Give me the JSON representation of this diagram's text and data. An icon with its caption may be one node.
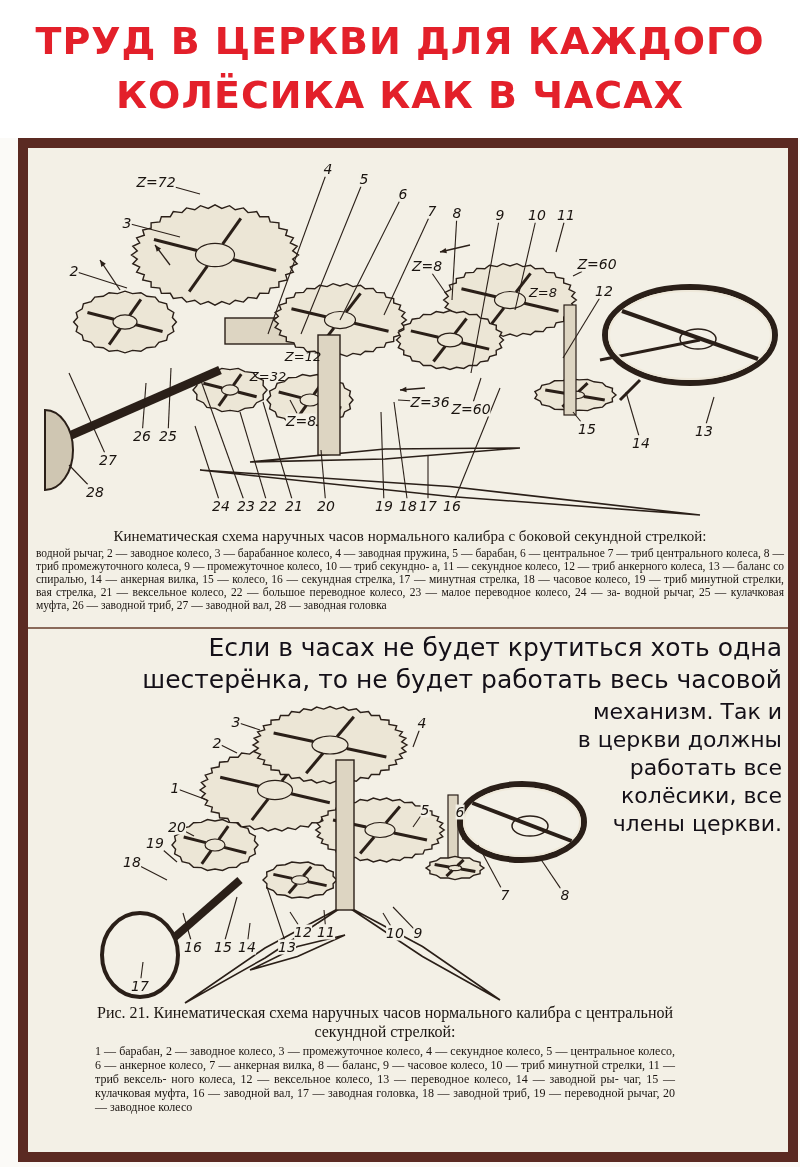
{
  "diagram": {
    "title": "ТРУД В ЦЕРКВИ ДЛЯ КАЖДОГО КОЛЁСИКА КАК В ЧАСАХ",
    "nodes": [
      {
        "text": [
          "Z=72"
        ]
      },
      {
        "text": [
          "4"
        ]
      },
      {
        "text": [
          "5"
        ]
      },
      {
        "text": [
          "6"
        ]
      },
      {
        "text": [
          "7"
        ]
      },
      {
        "text": [
          "8"
        ]
      },
      {
        "text": [
          "9"
        ]
      },
      {
        "text": [
          "10"
        ]
      },
      {
        "text": [
          "11"
        ]
      },
      {
        "text": [
          "3"
        ]
      },
      {
        "text": [
          "Z=60"
        ]
      },
      {
        "text": [
          "Z=8"
        ]
      },
      {
        "text": [
          "2"
        ]
      },
      {
        "text": [
          "12"
        ]
      },
      {
        "text": [
          "Z=36"
        ]
      },
      {
        "text": [
          "Z=60"
        ]
      },
      {
        "text": [
          "Z=8"
        ]
      },
      {
        "text": [
          "26"
        ]
      },
      {
        "text": [
          "25"
        ]
      },
      {
        "text": [
          "15"
        ]
      },
      {
        "text": [
          "13"
        ]
      },
      {
        "text": [
          "14"
        ]
      },
      {
        "text": [
          "27"
        ]
      },
      {
        "text": [
          "28"
        ]
      },
      {
        "text": [
          "24"
        ]
      },
      {
        "text": [
          "23"
        ]
      },
      {
        "text": [
          "22"
        ]
      },
      {
        "text": [
          "21"
        ]
      },
      {
        "text": [
          "20"
        ]
      },
      {
        "text": [
          "19"
        ]
      },
      {
        "text": [
          "18"
        ]
      },
      {
        "text": [
          "17"
        ]
      },
      {
        "text": [
          "16"
        ]
      },
      {
        "text": [
          "3"
        ]
      },
      {
        "text": [
          "4"
        ]
      },
      {
        "text": [
          "2"
        ]
      },
      {
        "text": [
          "1"
        ]
      },
      {
        "text": [
          "5"
        ]
      },
      {
        "text": [
          "6"
        ]
      },
      {
        "text": [
          "20"
        ]
      },
      {
        "text": [
          "19"
        ]
      },
      {
        "text": [
          "18"
        ]
      },
      {
        "text": [
          "7"
        ]
      },
      {
        "text": [
          "8"
        ]
      },
      {
        "text": [
          "12"
        ]
      },
      {
        "text": [
          "11"
        ]
      },
      {
        "text": [
          "10"
        ]
      },
      {
        "text": [
          "9"
        ]
      },
      {
        "text": [
          "16"
        ]
      },
      {
        "text": [
          "15"
        ]
      },
      {
        "text": [
          "14"
        ]
      },
      {
        "text": [
          "13"
        ]
      },
      {
        "text": [
          "17"
        ]
      }
    ],
    "edges": [
      {
        "from": 0,
        "to": null,
        "arrow": "none"
      },
      {
        "from": 1,
        "to": null,
        "arrow": "none"
      },
      {
        "from": 2,
        "to": null,
        "arrow": "none"
      },
      {
        "from": 3,
        "to": null,
        "arrow": "none"
      },
      {
        "from": 4,
        "to": null,
        "arrow": "none"
      },
      {
        "from": 5,
        "to": null,
        "arrow": "none"
      },
      {
        "from": 6,
        "to": null,
        "arrow": "none"
      },
      {
        "from": 7,
        "to": null,
        "arrow": "none"
      },
      {
        "from": 8,
        "to": null,
        "arrow": "none"
      },
      {
        "from": 9,
        "to": null,
        "arrow": "none"
      },
      {
        "from": 10,
        "to": null,
        "arrow": "none"
      },
      {
        "from": 11,
        "to": null,
        "arrow": "none"
      },
      {
        "from": 12,
        "to": null,
        "arrow": "none"
      },
      {
        "from": 13,
        "to": null,
        "arrow": "none"
      },
      {
        "from": 14,
        "to": null,
        "arrow": "none"
      },
      {
        "from": 15,
        "to": null,
        "arrow": "none"
      },
      {
        "from": 16,
        "to": null,
        "arrow": "none"
      },
      {
        "from": 17,
        "to": null,
        "arrow": "none"
      },
      {
        "from": 18,
        "to": null,
        "arrow": "none"
      },
      {
        "from": 19,
        "to": null,
        "arrow": "none"
      },
      {
        "from": 20,
        "to": null,
        "arrow": "none"
      },
      {
        "from": 21,
        "to": null,
        "arrow": "none"
      },
      {
        "from": 22,
        "to": null,
        "arrow": "none"
      },
      {
        "from": 23,
        "to": null,
        "arrow": "none"
      },
      {
        "from": 24,
        "to": null,
        "arrow": "none"
      },
      {
        "from": 25,
        "to": null,
        "arrow": "none"
      },
      {
        "from": 26,
        "to": null,
        "arrow": "none"
      },
      {
        "from": 27,
        "to": null,
        "arrow": "none"
      },
      {
        "from": 28,
        "to": null,
        "arrow": "none"
      },
      {
        "from": 29,
        "to": null,
        "arrow": "none"
      },
      {
        "from": 30,
        "to": null,
        "arrow": "none"
      },
      {
        "from": 31,
        "to": null,
        "arrow": "none"
      },
      {
        "from": 32,
        "to": null,
        "arrow": "none"
      },
      {
        "from": 33,
        "to": null,
        "arrow": "none"
      },
      {
        "from": 34,
        "to": null,
        "arrow": "none"
      },
      {
        "from": 35,
        "to": null,
        "arrow": "none"
      },
      {
        "from": 36,
        "to": null,
        "arrow": "none"
      },
      {
        "from": 37,
        "to": null,
        "arrow": "none"
      },
      {
        "from": 38,
        "to": null,
        "arrow": "none"
      },
      {
        "from": 39,
        "to": null,
        "arrow": "none"
      },
      {
        "from": 40,
        "to": null,
        "arrow": "none"
      },
      {
        "from": 41,
        "to": null,
        "arrow": "none"
      },
      {
        "from": 42,
        "to": null,
        "arrow": "none"
      },
      {
        "from": 43,
        "to": null,
        "arrow": "none"
      },
      {
        "from": 44,
        "to": null,
        "arrow": "none"
      },
      {
        "from": 45,
        "to": null,
        "arrow": "none"
      },
      {
        "from": 46,
        "to": null,
        "arrow": "none"
      },
      {
        "from": 47,
        "to": null,
        "arrow": "none"
      },
      {
        "from": 48,
        "to": null,
        "arrow": "none"
      },
      {
        "from": 49,
        "to": null,
        "arrow": "none"
      },
      {
        "from": 50,
        "to": null,
        "arrow": "none"
      },
      {
        "from": 51,
        "to": null,
        "arrow": "none"
      },
      {
        "from": 52,
        "to": null,
        "arrow": "none"
      }
    ],
    "labels": [
      "Z=8",
      "Z=32",
      "Z=12",
      "Кинематическая схема наручных часов нормального калибра с боковой секундной стрелкой:",
      "водной рычаг, 2 — заводное колесо, 3 — барабанное колесо, 4 — заводная пружина, 5 — барабан, 6 — центральное 7 — триб центрального колеса, 8 — триб промежуточного колеса, 9 — промежуточное колесо, 10 — триб секундно- а, 11 — секундное колесо, 12 — триб анкерного колеса, 13 — баланс со спиралью, 14 — анкерная вилка, 15 — колесо, 16 — секундная стрелка, 17 — минутная стрелка, 18 — часовое колесо, 19 — триб минутной стрелки, вая стрелка, 21 — вексельное колесо, 22 — большое переводное колесо, 23 — малое переводное колесо, 24 — за- водной рычаг, 25 — кулачковая муфта, 26 — заводной триб, 27 — заводной вал, 28 — заводная головка",
      "Если в часах не будет крутиться хоть одна шестерёнка, то не будет работать весь часовой",
      "механизм. Так и в церкви должны работать все колёсики, все члены церкви.",
      "Рис. 21. Кинематическая схема наручных часов нормального калибра с центральной секундной стрелкой:",
      "1 — барабан, 2 — заводное колесо, 3 — промежуточное колесо, 4 — секундное колесо, 5 — центральное колесо, 6 — анкерное колесо, 7 — анкерная вилка, 8 — баланс, 9 — часовое колесо, 10 — триб минутной стрелки, 11 — триб вексель- ного колеса, 12 — вексельное колесо, 13 — переводное колесо, 14 — заводной ры- чаг, 15 — кулачковая муфта, 16 — заводной вал, 17 — заводная головка, 18 — заводной триб, 19 — переводной рычаг, 20 — заводное колесо"
    ]
  }
}
